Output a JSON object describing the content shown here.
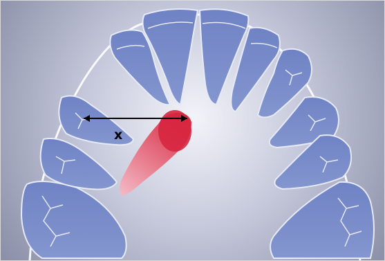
{
  "diagram": {
    "distance_label": "x",
    "icons": {
      "measurement": "double-headed-arrow",
      "highlight": "ectopic-canine-tooth"
    },
    "colors": {
      "background_light": "#f3f4f9",
      "background_dark": "#8c90a8",
      "tooth_fill": "#6f82c4",
      "tooth_stroke": "#e6eaf7",
      "arch_line": "#ffffff",
      "highlight_dark": "#d7263f",
      "highlight_light": "#f6b7c2",
      "arrow": "#000000"
    }
  }
}
